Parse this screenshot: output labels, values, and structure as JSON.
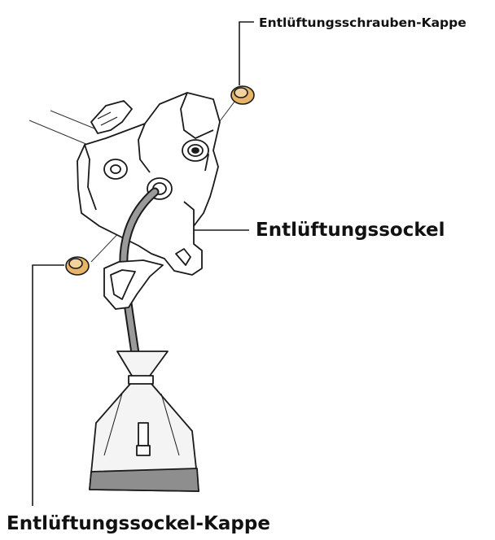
{
  "labels": {
    "screw_cap": "Entlüftungsschrauben-Kappe",
    "socket": "Entlüftungssockel",
    "socket_cap": "Entlüftungssockel-Kappe"
  },
  "colors": {
    "cap_fill": "#e8b46a",
    "cap_inner": "#f3d29c",
    "line": "#1a1a1a",
    "hose": "#9a9a9a",
    "bag_liquid": "#8e8e8e",
    "bag_fill": "#f4f4f4"
  }
}
